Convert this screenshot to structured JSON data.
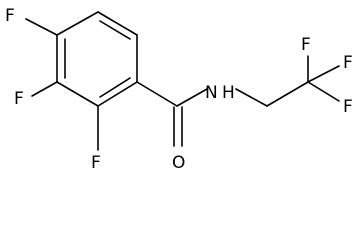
{
  "molecule": {
    "atoms": {
      "f_para": "F",
      "f_meta": "F",
      "f_ortho": "F",
      "oxygen": "O",
      "amide_n": "N",
      "amide_h": "H",
      "f_cf3_top": "F",
      "f_cf3_right_top": "F",
      "f_cf3_right_bottom": "F"
    },
    "colors": {
      "bond": "#000000",
      "label": "#000000",
      "background": "#ffffff"
    }
  }
}
